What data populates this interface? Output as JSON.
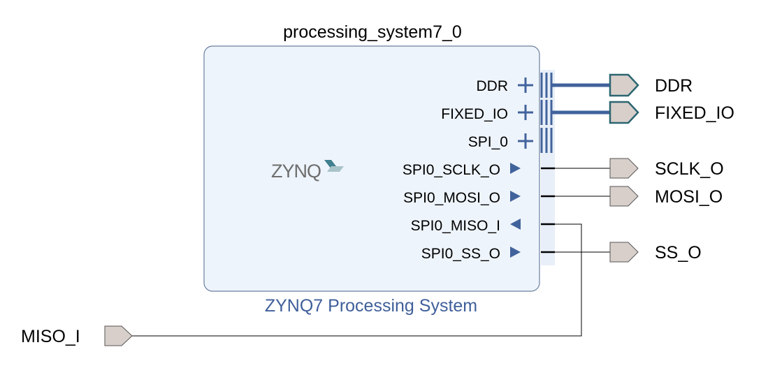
{
  "block": {
    "instance_name": "processing_system7_0",
    "subtitle": "ZYNQ7 Processing System",
    "logo_text": "ZYNQ",
    "ports": [
      {
        "label": "DDR",
        "type": "bus"
      },
      {
        "label": "FIXED_IO",
        "type": "bus"
      },
      {
        "label": "SPI_0",
        "type": "bus"
      },
      {
        "label": "SPI0_SCLK_O",
        "type": "output"
      },
      {
        "label": "SPI0_MOSI_O",
        "type": "output"
      },
      {
        "label": "SPI0_MISO_I",
        "type": "input"
      },
      {
        "label": "SPI0_SS_O",
        "type": "output"
      }
    ]
  },
  "external_ports": {
    "ddr": "DDR",
    "fixed_io": "FIXED_IO",
    "sclk_o": "SCLK_O",
    "mosi_o": "MOSI_O",
    "ss_o": "SS_O",
    "miso_i": "MISO_I"
  },
  "colors": {
    "block_fill": "#eef4fb",
    "block_border": "#6a7fa0",
    "bus_wire": "#41639c",
    "port_fill": "#d8cfcb",
    "bus_port_border": "#2c6670",
    "accent_text": "#3f5f9a",
    "logo_gray": "#6e6e6e"
  }
}
